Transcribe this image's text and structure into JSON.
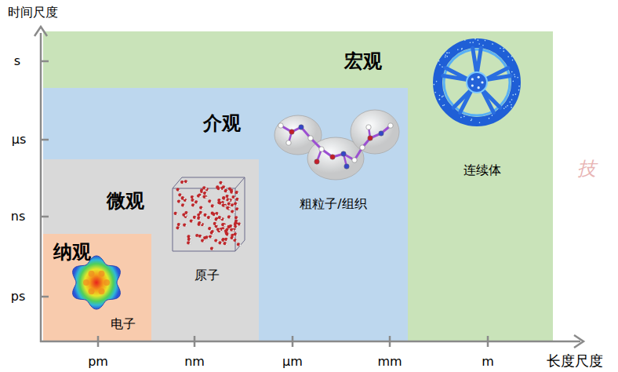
{
  "diagram": {
    "nodes": [
      {
        "text": [
          "宏观",
          "连续体"
        ]
      },
      {
        "text": [
          "介观",
          "粗粒子/组织"
        ],
        "in": 0
      },
      {
        "text": [
          "微观",
          "原子"
        ],
        "in": 1
      },
      {
        "text": [
          "纳观",
          "电子"
        ],
        "in": 2
      }
    ],
    "labels": [
      "时间尺度",
      "s",
      "μs",
      "ns",
      "ps",
      "pm",
      "nm",
      "μm",
      "mm",
      "m",
      "长度尺度",
      "技"
    ]
  }
}
